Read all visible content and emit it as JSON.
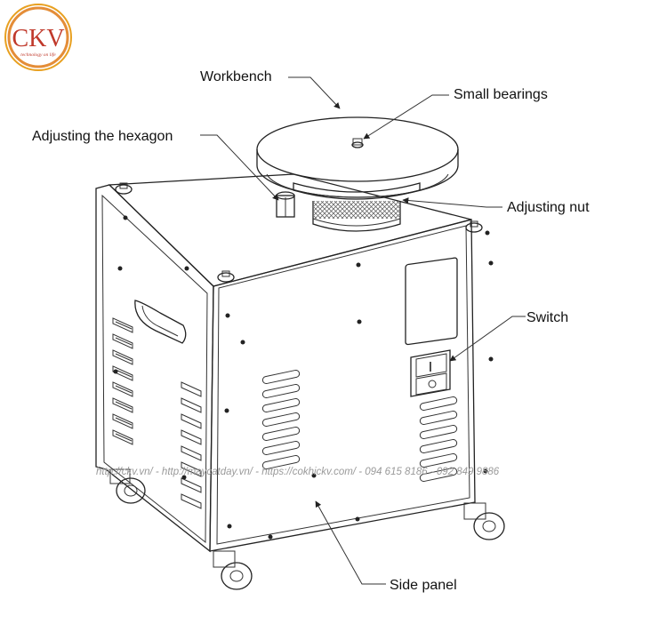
{
  "logo": {
    "text": "CKV",
    "tagline": "technology on life",
    "ring_color": "#e07a16",
    "text_color": "#c0392b"
  },
  "labels": {
    "workbench": "Workbench",
    "small_bearings": "Small bearings",
    "adjusting_hexagon": "Adjusting the hexagon",
    "adjusting_nut": "Adjusting nut",
    "switch": "Switch",
    "side_panel": "Side panel"
  },
  "watermark": "http://ckv.vn/ - http://maycatday.vn/ - https://cokhickv.com/ - 094 615 8186 - 092 849 9886"
}
